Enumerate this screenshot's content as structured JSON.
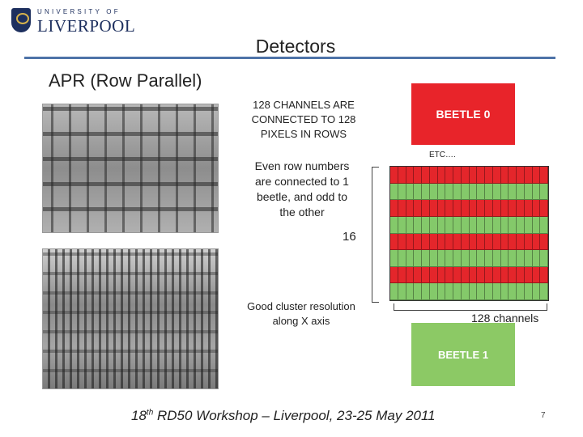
{
  "logo": {
    "top_text": "UNIVERSITY OF",
    "name": "LIVERPOOL"
  },
  "title": "Detectors",
  "subtitle": "APR (Row Parallel)",
  "notes": {
    "channels": "128 CHANNELS ARE CONNECTED TO 128 PIXELS IN ROWS",
    "even_odd": "Even row numbers are connected to 1 beetle, and odd to the other",
    "cluster": "Good cluster resolution along X axis"
  },
  "diagram": {
    "beetle0": "BEETLE 0",
    "beetle1": "BEETLE 1",
    "etc": "ETC….",
    "rows_label": "16",
    "columns_label": "128 channels",
    "row_pattern": [
      "red",
      "green",
      "red",
      "green",
      "red",
      "green",
      "red",
      "green"
    ],
    "colors": {
      "red": "#e4262b",
      "green": "#84c96a"
    }
  },
  "footer": {
    "ordinal_number": "18",
    "ordinal_suffix": "th",
    "text": " RD50 Workshop – Liverpool, 23-25 May 2011"
  },
  "page_number": "7"
}
